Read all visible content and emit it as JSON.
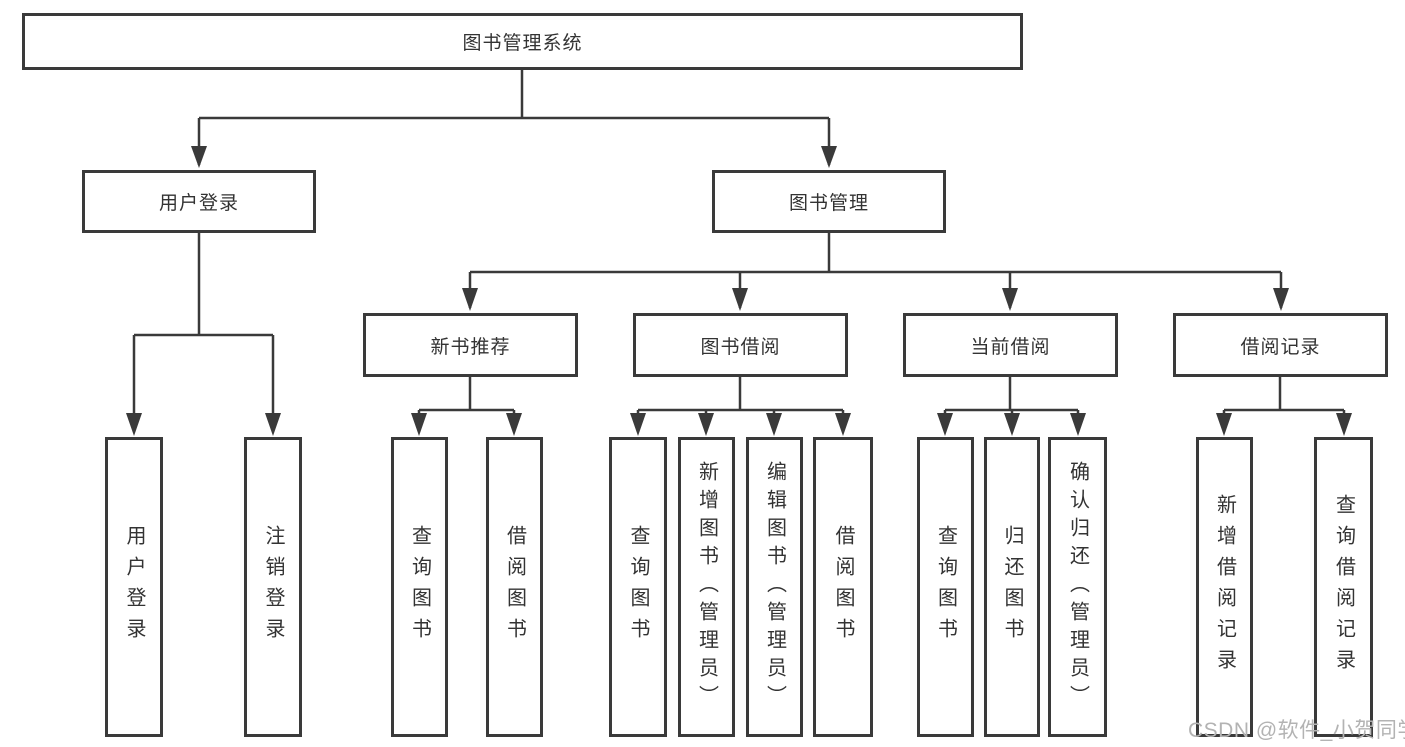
{
  "tree": {
    "root": {
      "label": "图书管理系统"
    },
    "level2": [
      {
        "id": "user-login",
        "label": "用户登录"
      },
      {
        "id": "book-management",
        "label": "图书管理"
      }
    ],
    "level3": [
      {
        "id": "new-book-recommendation",
        "parent": "book-management",
        "label": "新书推荐"
      },
      {
        "id": "book-borrowing",
        "parent": "book-management",
        "label": "图书借阅"
      },
      {
        "id": "current-borrowing",
        "parent": "book-management",
        "label": "当前借阅"
      },
      {
        "id": "borrowing-records",
        "parent": "book-management",
        "label": "借阅记录"
      }
    ],
    "leaves": [
      {
        "parent": "user-login",
        "label": "用户登录"
      },
      {
        "parent": "user-login",
        "label": "注销登录"
      },
      {
        "parent": "new-book-recommendation",
        "label": "查询图书"
      },
      {
        "parent": "new-book-recommendation",
        "label": "借阅图书"
      },
      {
        "parent": "book-borrowing",
        "label": "查询图书"
      },
      {
        "parent": "book-borrowing",
        "label": "新增图书（管理员）"
      },
      {
        "parent": "book-borrowing",
        "label": "编辑图书（管理员）"
      },
      {
        "parent": "book-borrowing",
        "label": "借阅图书"
      },
      {
        "parent": "current-borrowing",
        "label": "查询图书"
      },
      {
        "parent": "current-borrowing",
        "label": "归还图书"
      },
      {
        "parent": "current-borrowing",
        "label": "确认归还（管理员）"
      },
      {
        "parent": "borrowing-records",
        "label": "新增借阅记录"
      },
      {
        "parent": "borrowing-records",
        "label": "查询借阅记录"
      }
    ]
  },
  "watermark": {
    "text": "CSDN @软件_小贺同学"
  },
  "colors": {
    "line": "#3a3a3a",
    "text": "#333333",
    "watermark_text": "#b3b3b3",
    "background": "#ffffff"
  }
}
